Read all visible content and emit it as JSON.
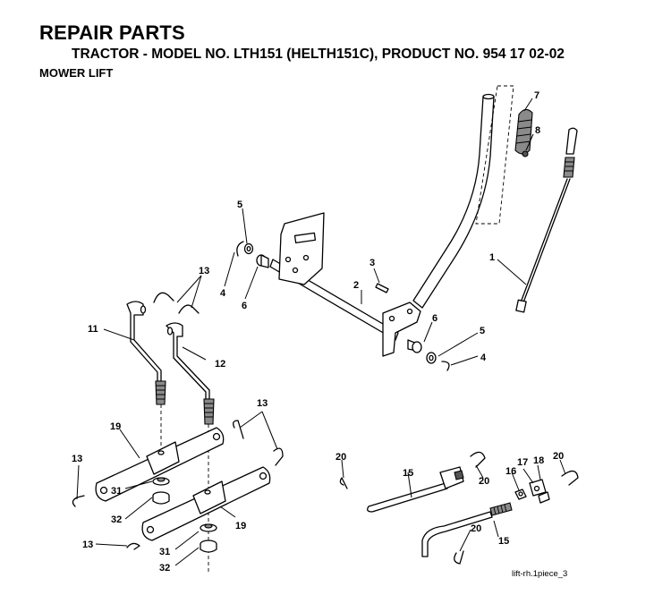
{
  "header": {
    "title": "REPAIR PARTS",
    "subtitle": "TRACTOR - MODEL NO. LTH151 (HELTH151C), PRODUCT NO. 954 17 02-02",
    "section": "MOWER LIFT"
  },
  "footer": {
    "ref": "lift-rh.1piece_3"
  },
  "callouts": {
    "c1": "1",
    "c2": "2",
    "c3": "3",
    "c4a": "4",
    "c4b": "4",
    "c5a": "5",
    "c5b": "5",
    "c6a": "6",
    "c6b": "6",
    "c7": "7",
    "c8": "8",
    "c11": "11",
    "c12": "12",
    "c13a": "13",
    "c13b": "13",
    "c13c": "13",
    "c13d": "13",
    "c15a": "15",
    "c15b": "15",
    "c16": "16",
    "c17": "17",
    "c18": "18",
    "c19a": "19",
    "c19b": "19",
    "c20a": "20",
    "c20b": "20",
    "c20c": "20",
    "c20d": "20",
    "c31a": "31",
    "c31b": "31",
    "c32a": "32",
    "c32b": "32"
  }
}
